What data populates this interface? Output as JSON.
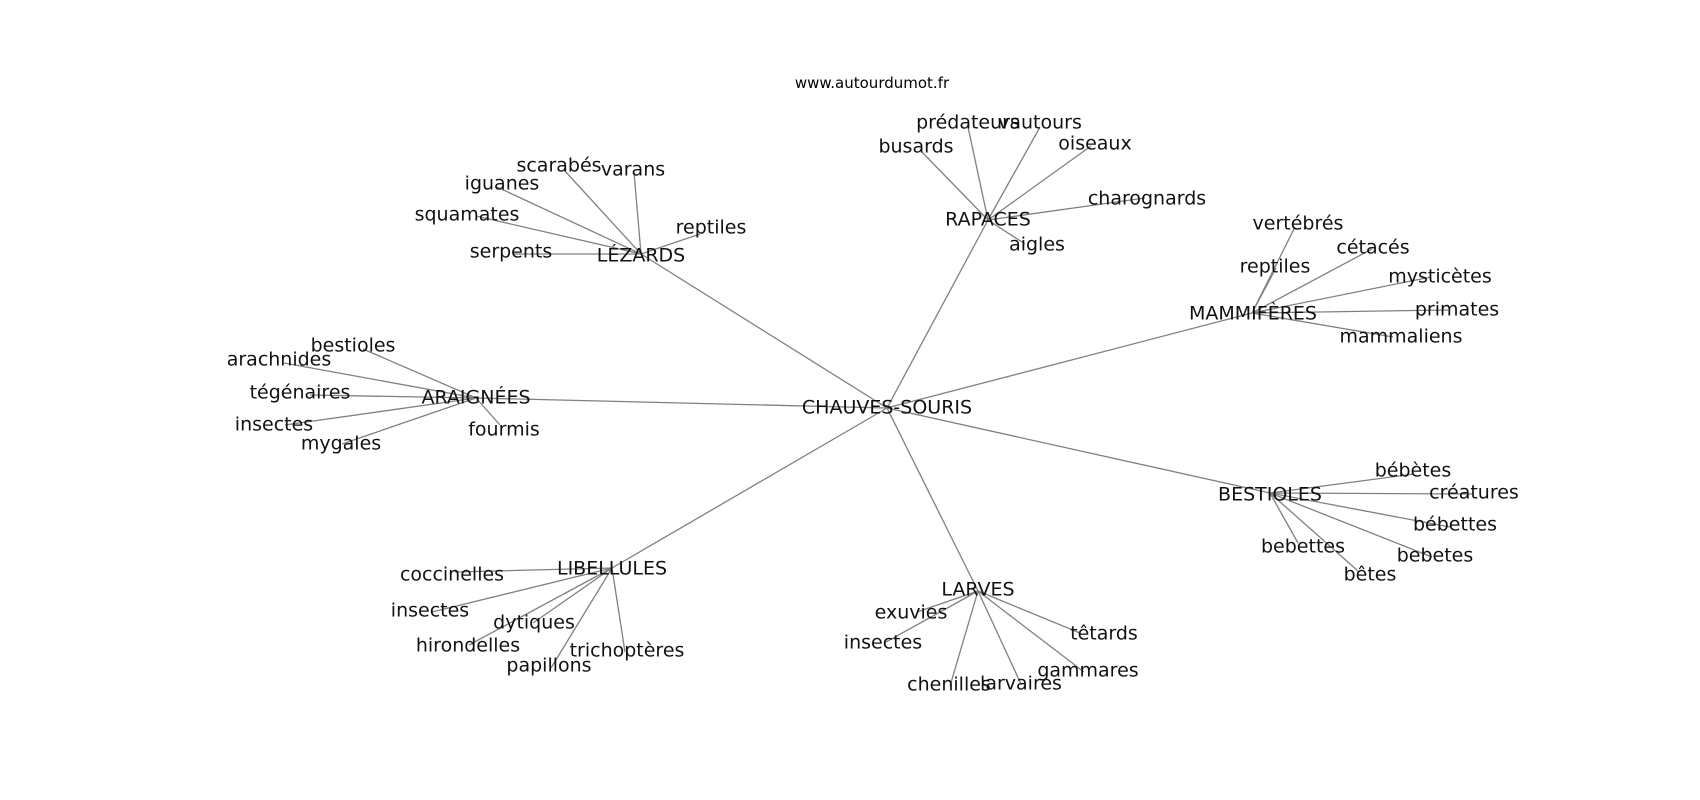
{
  "source": "www.autourdumot.fr",
  "center": {
    "label": "CHAUVES-SOURIS"
  },
  "groups": [
    {
      "label": "LÉZARDS",
      "words": [
        "scarabés",
        "varans",
        "iguanes",
        "squamates",
        "serpents",
        "reptiles"
      ]
    },
    {
      "label": "RAPACES",
      "words": [
        "prédateurs",
        "vautours",
        "busards",
        "oiseaux",
        "charognards",
        "aigles"
      ]
    },
    {
      "label": "MAMMIFÈRES",
      "words": [
        "vertébrés",
        "cétacés",
        "reptiles",
        "mysticètes",
        "primates",
        "mammaliens"
      ]
    },
    {
      "label": "ARAIGNÉES",
      "words": [
        "bestioles",
        "arachnides",
        "tégénaires",
        "insectes",
        "mygales",
        "fourmis"
      ]
    },
    {
      "label": "BESTIOLES",
      "words": [
        "bébètes",
        "créatures",
        "bébettes",
        "bebettes",
        "bebetes",
        "bêtes"
      ]
    },
    {
      "label": "LIBELLULES",
      "words": [
        "coccinelles",
        "insectes",
        "dytiques",
        "hirondelles",
        "papillons",
        "trichoptères"
      ]
    },
    {
      "label": "LARVES",
      "words": [
        "exuvies",
        "insectes",
        "têtards",
        "gammares",
        "chenilles",
        "larvaires"
      ]
    }
  ]
}
